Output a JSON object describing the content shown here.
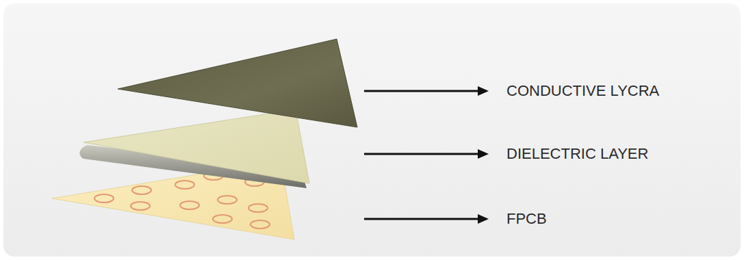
{
  "diagram": {
    "labels": [
      "CONDUCTIVE LYCRA",
      "DIELECTRIC LAYER",
      "FPCB"
    ]
  }
}
